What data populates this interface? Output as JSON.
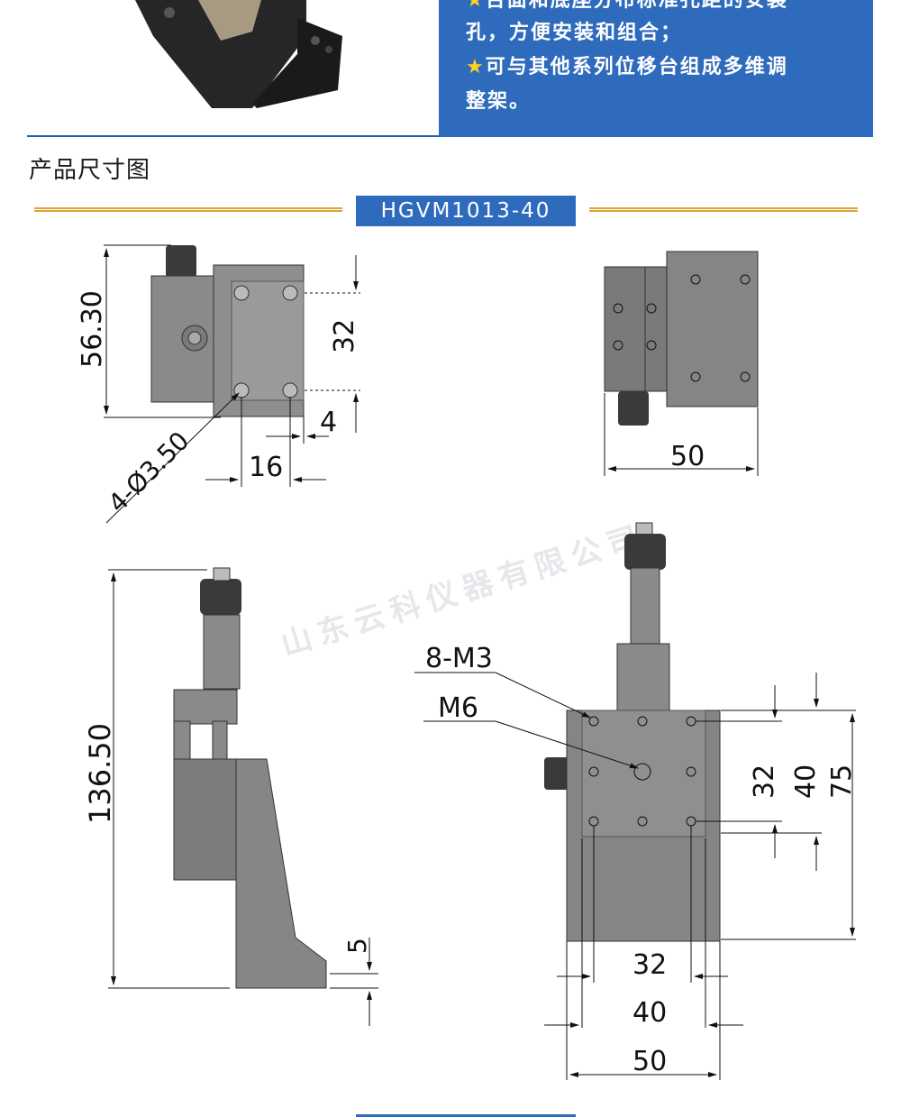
{
  "features": {
    "line1": "★台面和底座分布标准孔距的安装",
    "line2": "孔，方便安装和组合；",
    "line3": "★可与其他系列位移台组成多维调",
    "line4": "整架。"
  },
  "section_title": "产品尺寸图",
  "model": "HGVM1013-40",
  "watermark": "山东云科仪器有限公司",
  "dims": {
    "top_left": {
      "height": "56.30",
      "pitch": "32",
      "offset": "4",
      "spacing": "16",
      "holes": "4-Ø3.50"
    },
    "top_right": {
      "width": "50"
    },
    "side": {
      "height": "136.50",
      "thickness": "5"
    },
    "front": {
      "m3": "8-M3",
      "m6": "M6",
      "v32": "32",
      "v40": "40",
      "v75": "75",
      "h32": "32",
      "h40": "40",
      "h50": "50"
    }
  },
  "colors": {
    "accent": "#2f6bbd",
    "rule": "#e0a23a",
    "metal": "#7d7d7d"
  }
}
